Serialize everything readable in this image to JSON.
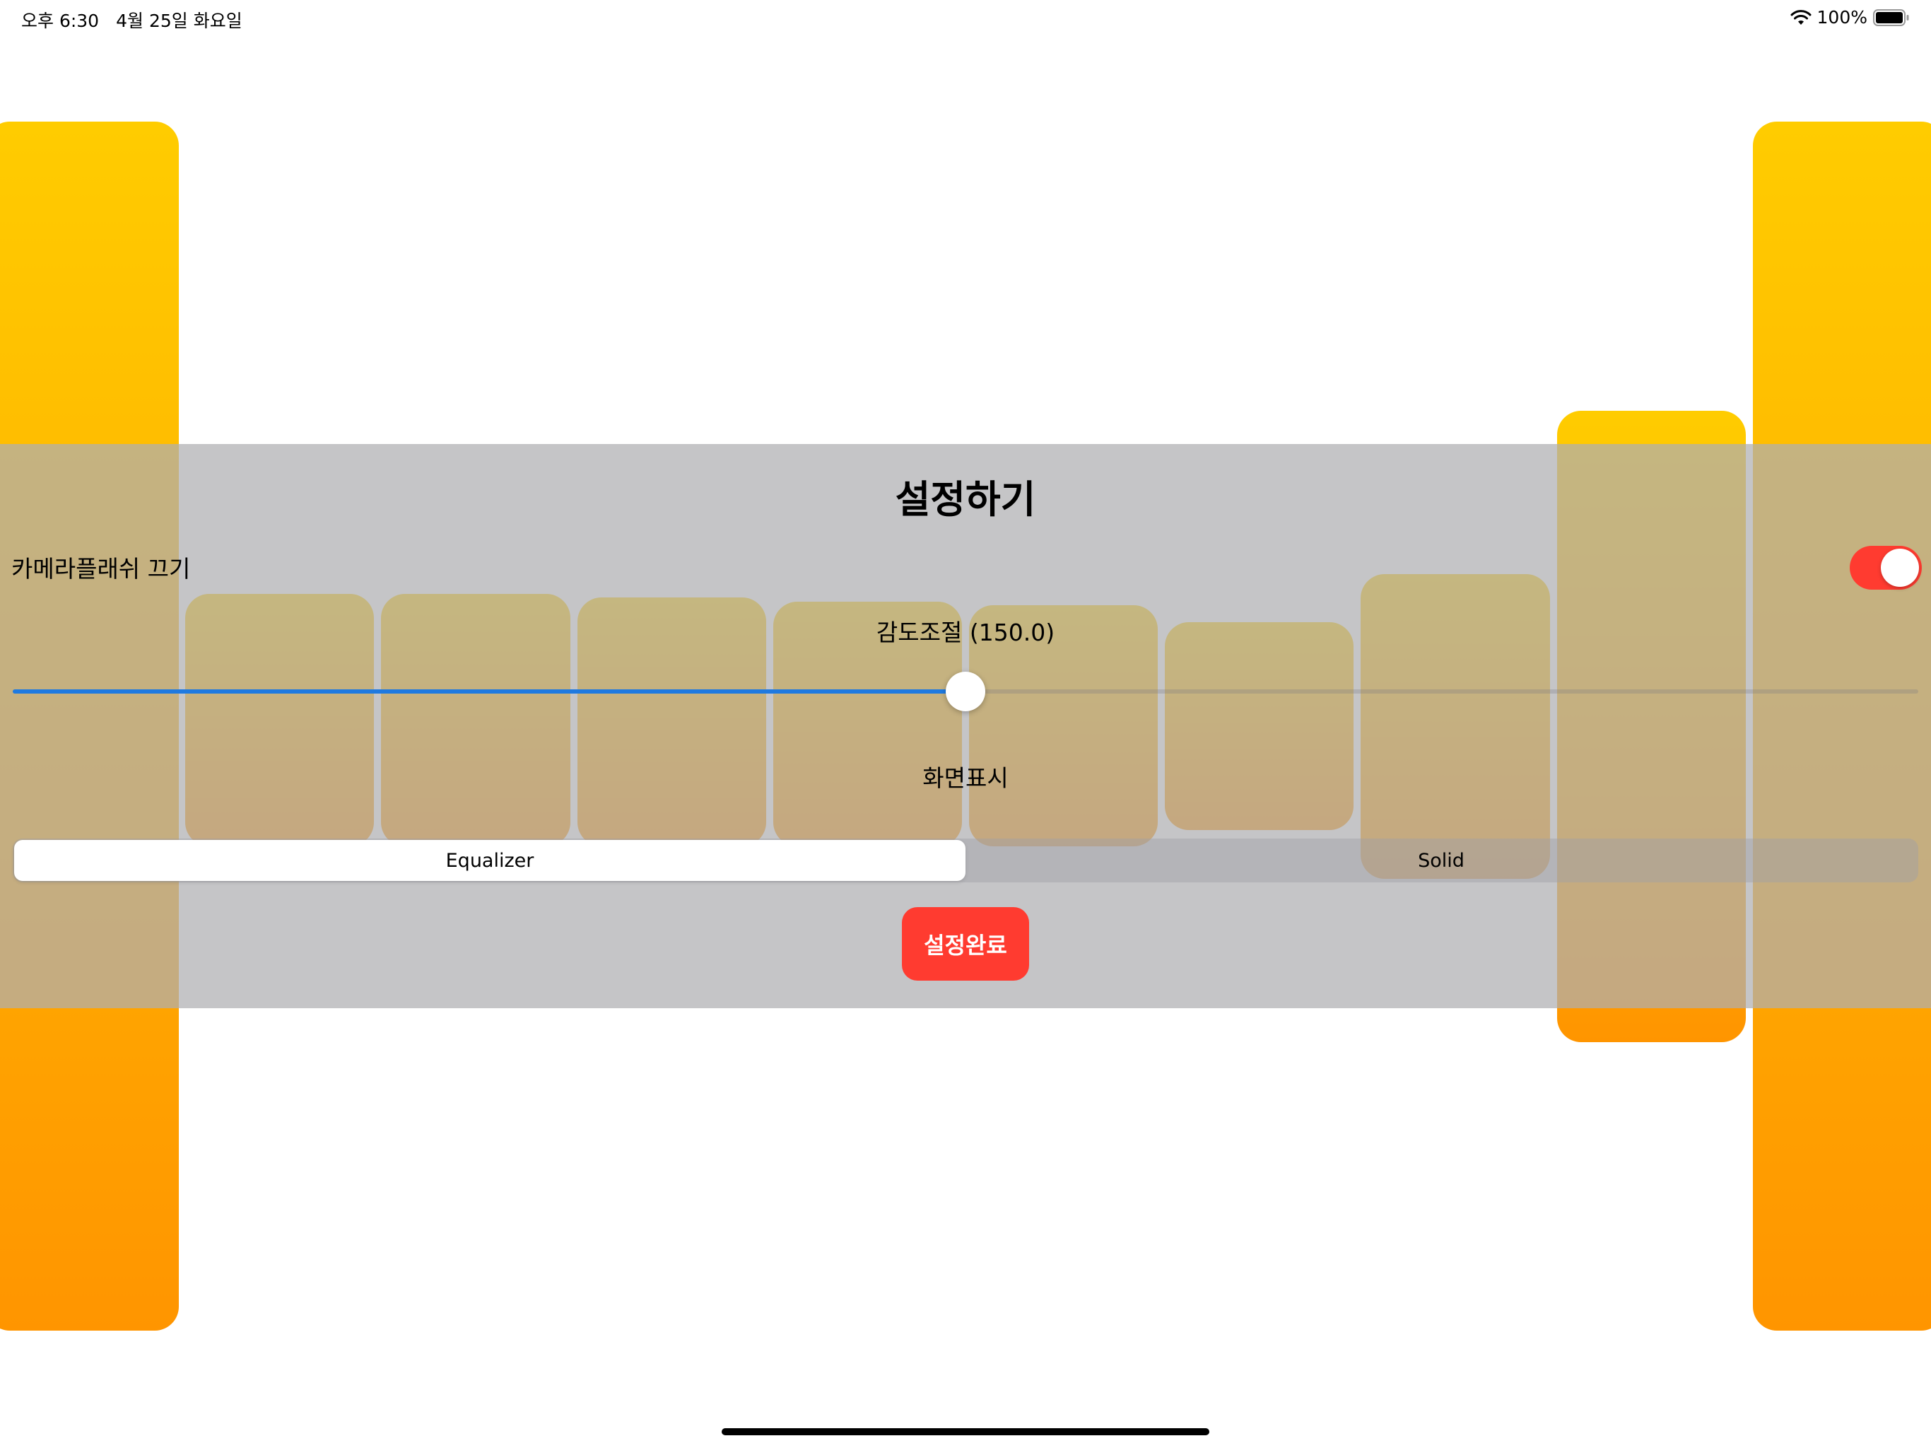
{
  "status_bar": {
    "time": "오후 6:30",
    "date": "4월 25일 화요일",
    "battery": "100%"
  },
  "settings": {
    "title": "설정하기",
    "flash_label": "카메라플래쉬 끄기",
    "flash_off": true,
    "sensitivity_label": "감도조절 (150.0)",
    "sensitivity": {
      "value": 150.0,
      "min": 0,
      "max": 300
    },
    "display_label": "화면표시",
    "display_modes": [
      {
        "label": "Equalizer",
        "selected": true
      },
      {
        "label": "Solid",
        "selected": false
      }
    ],
    "done_label": "설정완료"
  },
  "colors": {
    "bar_top": "#ffcc00",
    "bar_bottom": "#ff9500",
    "accent_red": "#ff3b30",
    "slider_blue": "#1f7ae0"
  }
}
